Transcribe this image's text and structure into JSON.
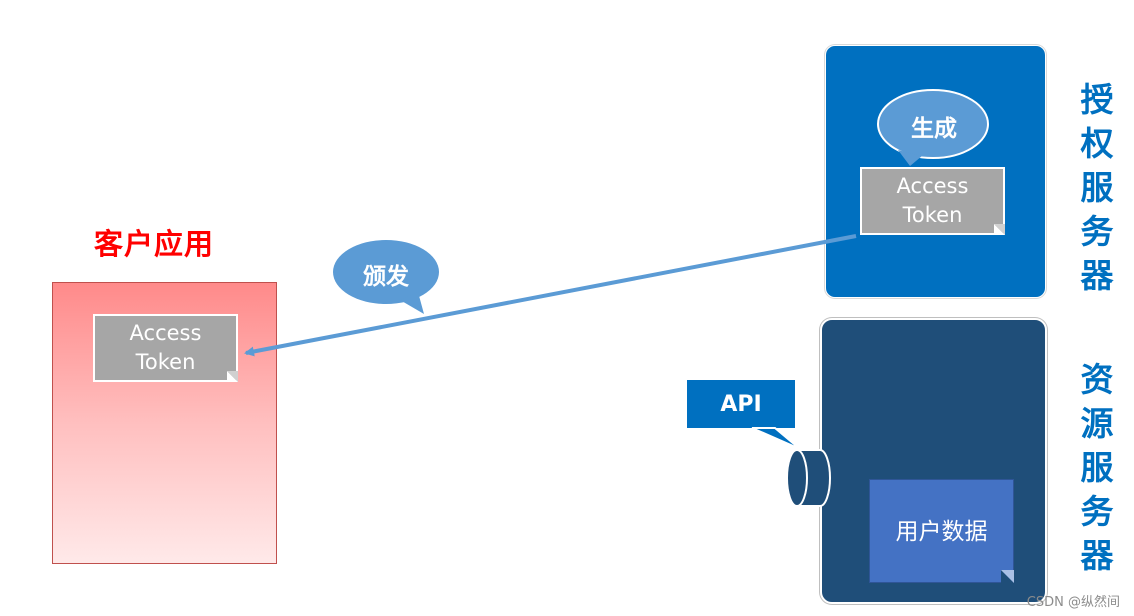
{
  "client_app": {
    "title": "客户应用",
    "token_line1": "Access",
    "token_line2": "Token"
  },
  "auth_server": {
    "title": "授\n权\n服\n务\n器",
    "token_line1": "Access",
    "token_line2": "Token",
    "bubble_label": "生成"
  },
  "resource_server": {
    "title": "资\n源\n服\n务\n器",
    "api_label": "API",
    "user_data_label": "用户数据"
  },
  "issue_arrow": {
    "bubble_label": "颁发"
  },
  "watermark": "CSDN @纵然间",
  "colors": {
    "client_red": "#ff0000",
    "server_blue": "#0070c0",
    "resource_navy": "#1f4e79",
    "bubble_blue": "#5b9bd5",
    "token_gray": "#a6a6a6"
  }
}
